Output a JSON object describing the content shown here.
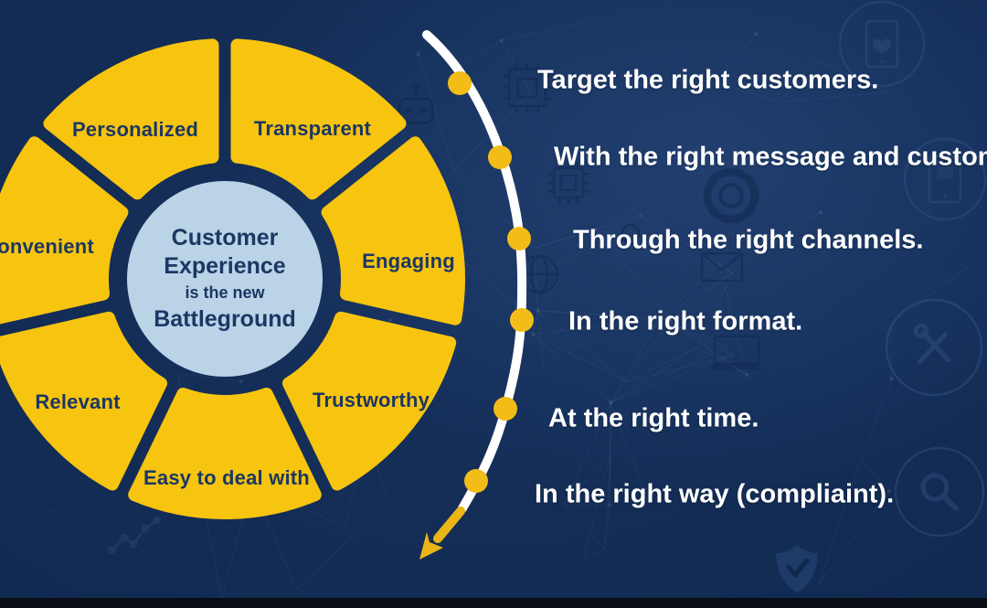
{
  "wheel": {
    "center_lines": [
      "Customer",
      "Experience",
      "is the new",
      "Battleground"
    ],
    "segments": [
      {
        "label": "Transparent"
      },
      {
        "label": "Engaging"
      },
      {
        "label": "Trustworthy"
      },
      {
        "label": "Easy to deal with"
      },
      {
        "label": "Relevant"
      },
      {
        "label": "Convenient"
      },
      {
        "label": "Personalized"
      }
    ]
  },
  "timeline": {
    "items": [
      {
        "label": "Target the right customers."
      },
      {
        "label": "With the right message and customer."
      },
      {
        "label": "Through the right channels."
      },
      {
        "label": "In the right format."
      },
      {
        "label": "At the right time."
      },
      {
        "label": "In the right way (compliaint)."
      }
    ]
  },
  "background_icons": [
    {
      "name": "tablet-heart-icon"
    },
    {
      "name": "tablet-icon"
    },
    {
      "name": "gear-icon"
    },
    {
      "name": "chip-icon"
    },
    {
      "name": "chip-icon"
    },
    {
      "name": "robot-icon"
    },
    {
      "name": "lightbulb-icon"
    },
    {
      "name": "globe-icon"
    },
    {
      "name": "envelope-icon"
    },
    {
      "name": "laptop-icon"
    },
    {
      "name": "tools-icon"
    },
    {
      "name": "search-icon"
    },
    {
      "name": "shield-check-icon"
    },
    {
      "name": "chart-line-icon"
    }
  ],
  "colors": {
    "background_navy": "#112a52",
    "segment_yellow": "#f7c40f",
    "dot_yellow": "#f3bd18",
    "arrow_yellow": "#eab616",
    "center_circle_blue": "#bad3e7",
    "navy_text": "#1b3763",
    "white_text": "#ffffff",
    "curve_white": "#ffffff",
    "letterbox_black": "#090d14"
  }
}
